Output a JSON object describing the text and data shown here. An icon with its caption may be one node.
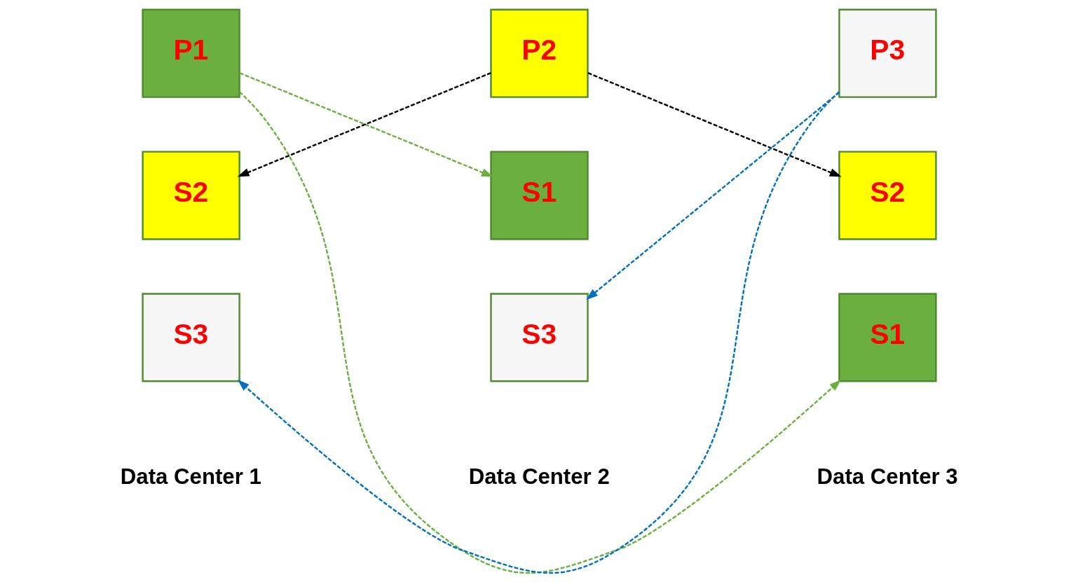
{
  "diagram": {
    "nodes": [
      {
        "text": [
          "P1"
        ]
      },
      {
        "text": [
          "S2"
        ]
      },
      {
        "text": [
          "S3"
        ]
      },
      {
        "text": [
          "P2"
        ]
      },
      {
        "text": [
          "S1"
        ]
      },
      {
        "text": [
          "S3"
        ]
      },
      {
        "text": [
          "P3"
        ]
      },
      {
        "text": [
          "S2"
        ]
      },
      {
        "text": [
          "S1"
        ]
      }
    ],
    "edges": [
      {
        "from": 0,
        "to": 4,
        "arrow": "to",
        "style": "dashed",
        "color": "#6aaf3f"
      },
      {
        "from": 0,
        "to": 8,
        "arrow": "to",
        "style": "dashed",
        "color": "#6aaf3f"
      },
      {
        "from": 3,
        "to": 1,
        "arrow": "to",
        "style": "dashed",
        "color": "#000000"
      },
      {
        "from": 3,
        "to": 7,
        "arrow": "to",
        "style": "dashed",
        "color": "#000000"
      },
      {
        "from": 6,
        "to": 2,
        "arrow": "to",
        "style": "dashed",
        "color": "#0070c0"
      },
      {
        "from": 6,
        "to": 5,
        "arrow": "to",
        "style": "dashed",
        "color": "#0070c0"
      }
    ],
    "labels": [
      "Data Center 1",
      "Data Center 2",
      "Data Center 3"
    ]
  }
}
